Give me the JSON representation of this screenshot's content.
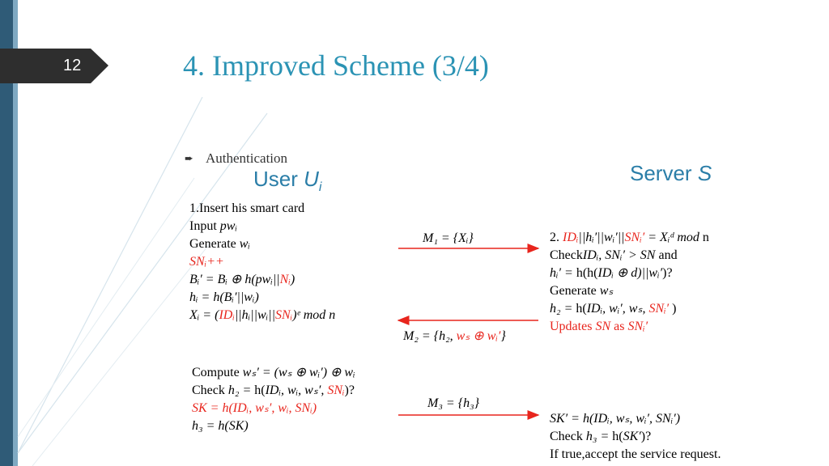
{
  "slide": {
    "number": "12",
    "title": "4. Improved Scheme (3/4)"
  },
  "bullet": {
    "text": "Authentication"
  },
  "headers": {
    "user_prefix": "User ",
    "user_var": "U",
    "user_sub": "i",
    "server_prefix": "Server ",
    "server_var": "S"
  },
  "messages": {
    "m1": "M₁  = {Xᵢ}",
    "m2_a": "M₂ = {h₂, ",
    "m2_b": "wₛ ⊕ wᵢ′",
    "m2_c": "}",
    "m3": "M₃ = {h₃}"
  },
  "user_lines": {
    "l1": "1.Insert his smart card",
    "l2_a": "Input  ",
    "l2_b": "pwᵢ",
    "l3_a": "Generate  ",
    "l3_b": "wᵢ",
    "l4": "SNᵢ++",
    "l5_a": "Bᵢ′ = Bᵢ ⊕ h(pwᵢ||",
    "l5_b": "Nᵢ",
    "l5_c": ")",
    "l6": "hᵢ = h(Bᵢ′||wᵢ)",
    "l7_a": "Xᵢ = (",
    "l7_b": "IDᵢ",
    "l7_c": "||hᵢ||wᵢ||",
    "l7_d": "SNᵢ",
    "l7_e": ")ᵉ mod n"
  },
  "user_lines2": {
    "l1_a": "Compute ",
    "l1_b": "wₛ′ = (wₛ ⊕ wᵢ′) ⊕ wᵢ",
    "l2_a": "Check ",
    "l2_b": "h₂ = ",
    "l2_c": "h(",
    "l2_d": "IDᵢ, wᵢ, wₛ′, ",
    "l2_e": "SNᵢ",
    "l2_f": ")?",
    "l3": "SK = h(IDᵢ, wₛ′, wᵢ, SNᵢ)",
    "l4": "h₃ = h(SK)"
  },
  "server_lines": {
    "l1_a": "2. ",
    "l1_b": "IDᵢ",
    "l1_c": "||hᵢ′||wᵢ′||",
    "l1_d": "SNᵢ′",
    "l1_e": " = Xᵢᵈ mod ",
    "l1_f": "n",
    "l2_a": "Check",
    "l2_b": "IDᵢ, SNᵢ′ > SN",
    "l2_c": " and",
    "l3_a": "hᵢ′ = ",
    "l3_b": "h(h(",
    "l3_c": "IDᵢ ⊕ d)||wᵢ′",
    "l3_d": ")?",
    "l4_a": "Generate ",
    "l4_b": "wₛ",
    "l5_a": "h₂ = ",
    "l5_b": "h(",
    "l5_c": "IDᵢ, wᵢ′, wₛ, ",
    "l5_d": "SNᵢ′",
    "l5_e": " )",
    "l6_a": "Updates ",
    "l6_b": "SN",
    "l6_c": " as ",
    "l6_d": "SNᵢ′"
  },
  "server_lines2": {
    "l1": "SK′ = h(IDᵢ, wₛ, wᵢ′, SNᵢ′)",
    "l2_a": "Check ",
    "l2_b": "h₃ = ",
    "l2_c": "h(",
    "l2_d": "SK′",
    "l2_e": ")?",
    "l3": "If true,accept the service request."
  },
  "colors": {
    "title": "#2b93b4",
    "header": "#2b7ea8",
    "emphasis": "#e8251d",
    "arrow": "#e8251d",
    "tab": "#2e2e2e"
  }
}
